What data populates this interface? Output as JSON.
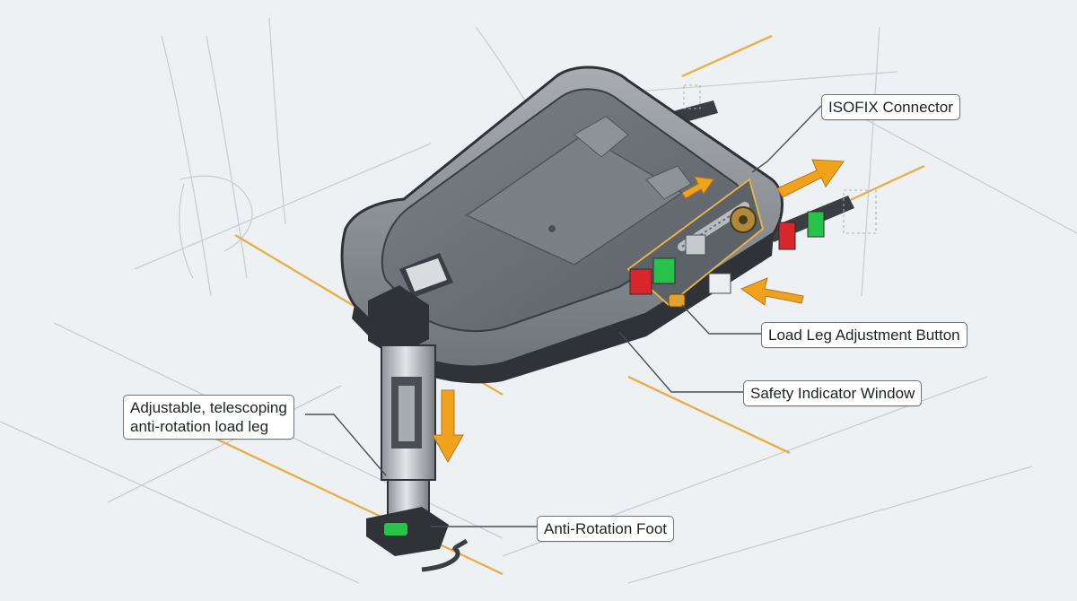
{
  "callouts": {
    "isofix_connector": "ISOFIX Connector",
    "load_leg_adjustment_button": "Load Leg Adjustment Button",
    "safety_indicator_window": "Safety Indicator Window",
    "load_leg_line1": "Adjustable, telescoping",
    "load_leg_line2": "anti-rotation load leg",
    "anti_rotation_foot": "Anti-Rotation Foot"
  },
  "colors": {
    "background": "#eef1f4",
    "shell": "#8a8f95",
    "shell_dark": "#2f3236",
    "accent_arrow": "#f0a21c",
    "indicator_green": "#27c24a",
    "indicator_red": "#d8262c",
    "guide_lines": "#e8b04a",
    "sketch_lines": "#c9ced4"
  },
  "icons": {
    "arrows": [
      "arrow-right-icon",
      "arrow-down-icon",
      "arrow-left-icon",
      "rotate-arrows-icon"
    ]
  }
}
